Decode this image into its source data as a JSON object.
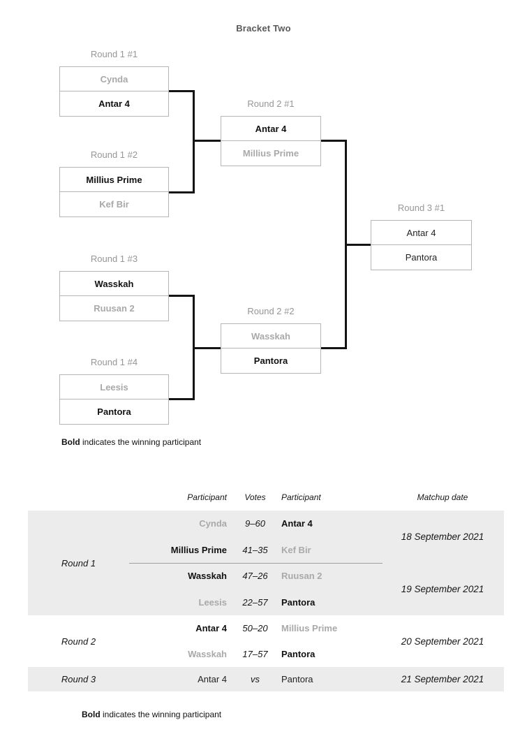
{
  "title": "Bracket Two",
  "colors": {
    "winner_text": "#111111",
    "loser_text": "#a9a9a9",
    "round_label": "#969696",
    "box_border": "#b5b5b5",
    "connector": "#141414",
    "table_shade": "#ececec"
  },
  "bracket": {
    "matches": [
      {
        "label": "Round 1 #1",
        "top": {
          "name": "Cynda",
          "state": "loser"
        },
        "bottom": {
          "name": "Antar 4",
          "state": "winner"
        }
      },
      {
        "label": "Round 1 #2",
        "top": {
          "name": "Millius Prime",
          "state": "winner"
        },
        "bottom": {
          "name": "Kef Bir",
          "state": "loser"
        }
      },
      {
        "label": "Round 1 #3",
        "top": {
          "name": "Wasskah",
          "state": "winner"
        },
        "bottom": {
          "name": "Ruusan 2",
          "state": "loser"
        }
      },
      {
        "label": "Round 1 #4",
        "top": {
          "name": "Leesis",
          "state": "loser"
        },
        "bottom": {
          "name": "Pantora",
          "state": "winner"
        }
      },
      {
        "label": "Round 2 #1",
        "top": {
          "name": "Antar 4",
          "state": "winner"
        },
        "bottom": {
          "name": "Millius Prime",
          "state": "loser"
        }
      },
      {
        "label": "Round 2 #2",
        "top": {
          "name": "Wasskah",
          "state": "loser"
        },
        "bottom": {
          "name": "Pantora",
          "state": "winner"
        }
      },
      {
        "label": "Round 3 #1",
        "top": {
          "name": "Antar 4",
          "state": "tbd"
        },
        "bottom": {
          "name": "Pantora",
          "state": "tbd"
        }
      }
    ]
  },
  "legend": {
    "bold": "Bold",
    "rest": "indicates the winning participant"
  },
  "results_table": {
    "headers": {
      "p1": "Participant",
      "votes": "Votes",
      "p2": "Participant",
      "date": "Matchup date"
    },
    "sections": [
      {
        "round": "Round 1",
        "rows": [
          {
            "p1": "Cynda",
            "p1_state": "loser",
            "votes": "9–60",
            "p2": "Antar 4",
            "p2_state": "winner"
          },
          {
            "p1": "Millius Prime",
            "p1_state": "winner",
            "votes": "41–35",
            "p2": "Kef Bir",
            "p2_state": "loser"
          },
          {
            "p1": "Wasskah",
            "p1_state": "winner",
            "votes": "47–26",
            "p2": "Ruusan 2",
            "p2_state": "loser"
          },
          {
            "p1": "Leesis",
            "p1_state": "loser",
            "votes": "22–57",
            "p2": "Pantora",
            "p2_state": "winner"
          }
        ],
        "dates": [
          "18 September 2021",
          "19 September 2021"
        ]
      },
      {
        "round": "Round 2",
        "rows": [
          {
            "p1": "Antar 4",
            "p1_state": "winner",
            "votes": "50–20",
            "p2": "Millius Prime",
            "p2_state": "loser"
          },
          {
            "p1": "Wasskah",
            "p1_state": "loser",
            "votes": "17–57",
            "p2": "Pantora",
            "p2_state": "winner"
          }
        ],
        "dates": [
          "20 September 2021"
        ]
      },
      {
        "round": "Round 3",
        "rows": [
          {
            "p1": "Antar 4",
            "p1_state": "tbd",
            "votes": "vs",
            "p2": "Pantora",
            "p2_state": "tbd"
          }
        ],
        "dates": [
          "21 September 2021"
        ]
      }
    ]
  }
}
